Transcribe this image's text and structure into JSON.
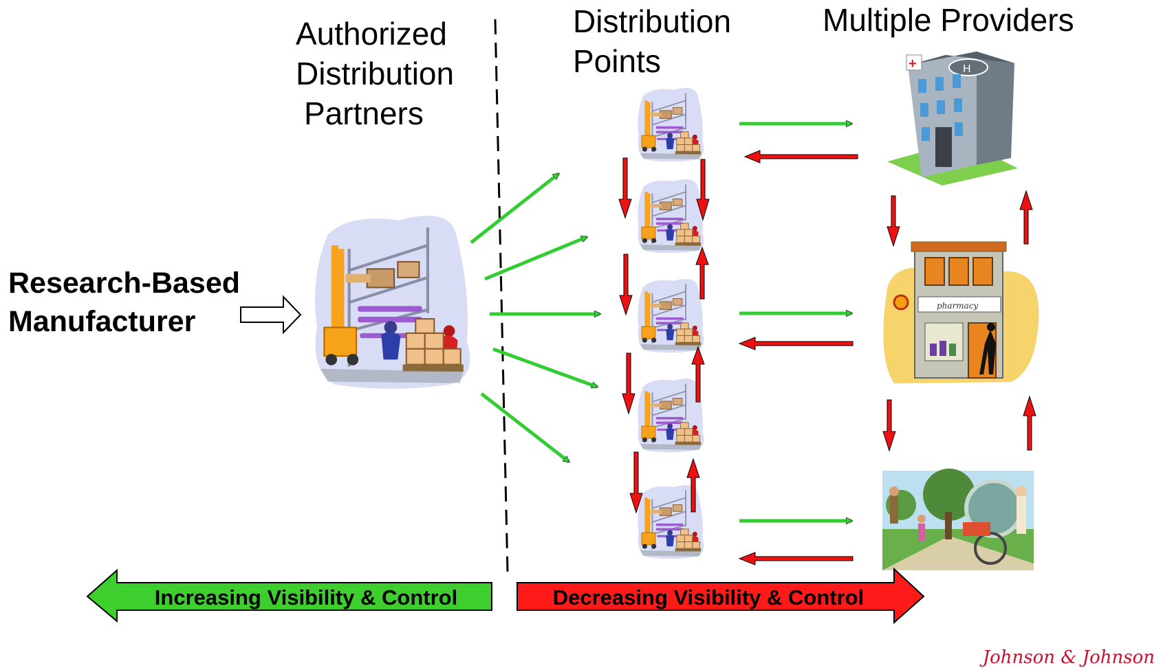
{
  "labels": {
    "manufacturer_line1": "Research-Based",
    "manufacturer_line2": "Manufacturer",
    "partners_line1": "Authorized",
    "partners_line2": "Distribution",
    "partners_line3": "Partners",
    "points_line1": "Distribution",
    "points_line2": "Points",
    "providers": "Multiple Providers"
  },
  "banners": {
    "left": "Increasing Visibility & Control",
    "right": "Decreasing Visibility & Control"
  },
  "pictures": {
    "warehouse_icon": "warehouse-icon",
    "hospital_icon": "hospital-icon",
    "pharmacy_icon": "pharmacy-icon",
    "patients_icon": "patients-park-icon",
    "hospital_sign": "H",
    "pharmacy_sign": "pharmacy"
  },
  "logo_text": "Johnson & Johnson",
  "colors": {
    "green": "#33cc33",
    "red": "#ee1111",
    "banner_green": "#3ecf2e",
    "banner_red": "#ff1a1a",
    "logo_red": "#c8102e"
  }
}
